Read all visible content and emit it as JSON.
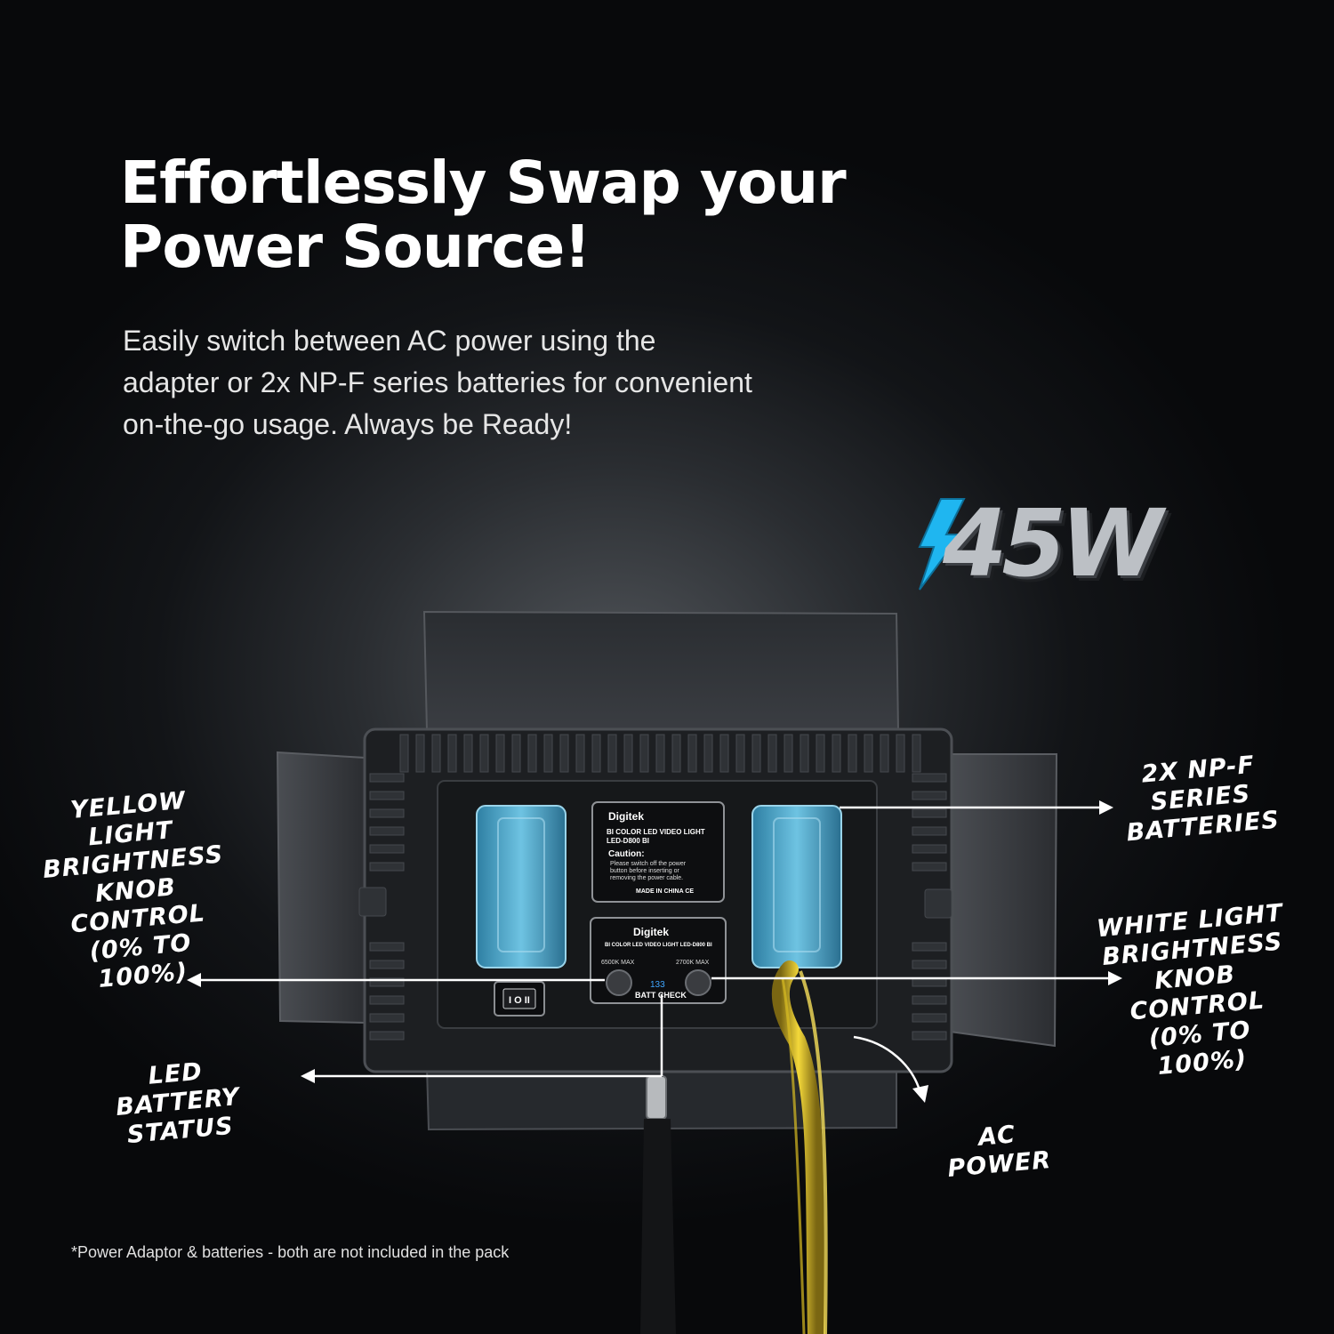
{
  "headline": {
    "line1": "Effortlessly Swap your",
    "line2": "Power Source!"
  },
  "subtext": {
    "line1": "Easily switch between AC power using the",
    "line2": "adapter or 2x NP-F series batteries for convenient",
    "line3": "on-the-go usage. Always be Ready!"
  },
  "badge": {
    "text": "45W",
    "icon": "lightning-bolt-icon",
    "accent": "#1fb6f0"
  },
  "callouts": {
    "yellow_knob": {
      "line1": "Yellow Light",
      "line2": "Brightness",
      "line3": "Knob",
      "line4": "Control",
      "line5": "(0% to 100%)"
    },
    "batteries": {
      "line1": "2x NP-F",
      "line2": "Series",
      "line3": "Batteries"
    },
    "white_knob": {
      "line1": "White Light",
      "line2": "Brightness",
      "line3": "Knob",
      "line4": "Control",
      "line5": "(0% to 100%)"
    },
    "battery_status": {
      "line1": "LED Battery",
      "line2": "Status"
    },
    "ac_power": {
      "line1": "AC Power"
    }
  },
  "device": {
    "brand": "Digitek",
    "label_top": {
      "model_line1": "BI COLOR LED VIDEO LIGHT",
      "model_line2": "LED-D800 BI",
      "caution_title": "Caution:",
      "caution_line1": "Please switch off the power",
      "caution_line2": "button before inserting or",
      "caution_line3": "removing the power cable.",
      "origin": "MADE IN CHINA CE"
    },
    "control_panel": {
      "model": "BI COLOR LED VIDEO LIGHT LED-D800 BI",
      "left_knob": "6500K MAX",
      "right_knob": "2700K MAX",
      "display": "133",
      "batt_check": "BATT CHECK"
    },
    "switch": "I O II",
    "cable_color": "#e8c81e",
    "battery_color": "#4fa3c4"
  },
  "footnote": "*Power Adaptor & batteries - both are not included in the pack"
}
